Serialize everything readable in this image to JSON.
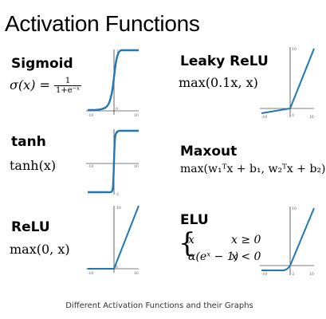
{
  "title": "Activation Functions",
  "caption": "Different Activation Functions and their Graphs",
  "colors": {
    "curve": "#1f77b4",
    "axis": "#000000"
  },
  "functions": {
    "sigmoid": {
      "name": "Sigmoid",
      "lhs": "σ(x) =",
      "num": "1",
      "den": "1+e⁻ˣ",
      "ticks": {
        "xmin": "-10",
        "xmax": "10",
        "ytop": "1",
        "yzero": "0"
      }
    },
    "tanh": {
      "name": "tanh",
      "formula": "tanh(x)",
      "ticks": {
        "xmin": "-10",
        "xmax": "10",
        "ytop": "1",
        "ybottom": "-1"
      }
    },
    "relu": {
      "name": "ReLU",
      "formula": "max(0, x)",
      "ticks": {
        "xmin": "-10",
        "xmax": "10",
        "ytop": "10",
        "yzero": "0"
      }
    },
    "leaky_relu": {
      "name": "Leaky ReLU",
      "formula": "max(0.1x, x)",
      "ticks": {
        "xmin": "-10",
        "xmax": "10",
        "ytop": "10",
        "ybottom": "-1"
      }
    },
    "maxout": {
      "name": "Maxout",
      "formula": "max(w₁ᵀx + b₁, w₂ᵀx + b₂)"
    },
    "elu": {
      "name": "ELU",
      "case1": "x",
      "cond1": "x ≥ 0",
      "case2": "α(eˣ − 1)",
      "cond2": "x < 0",
      "ticks": {
        "xmin": "-10",
        "xmax": "10",
        "ytop": "10",
        "ybottom": "-2"
      }
    }
  }
}
